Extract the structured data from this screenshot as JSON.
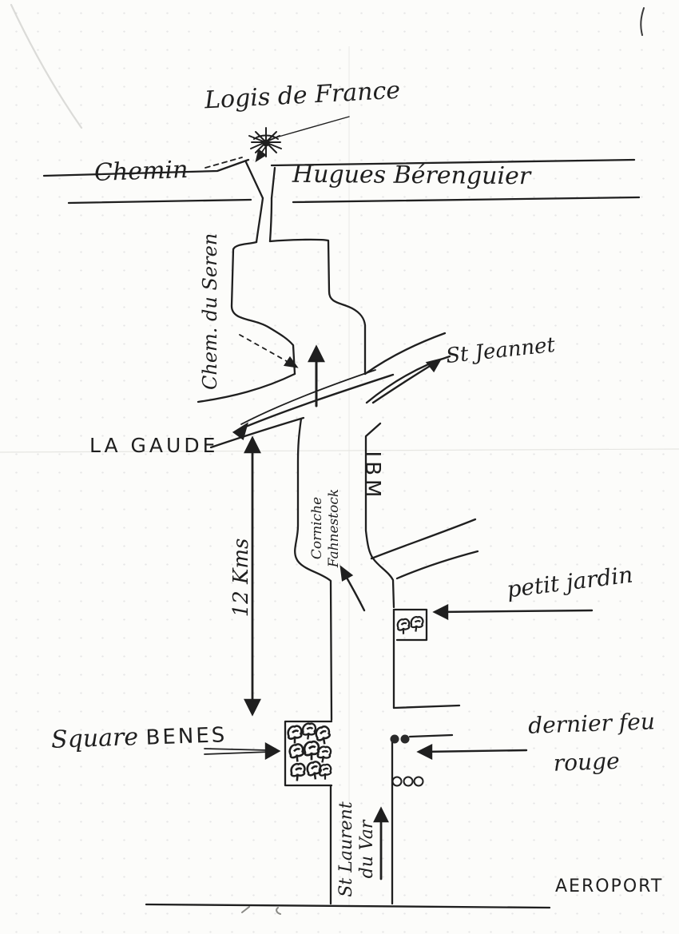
{
  "colors": {
    "paper": "#fcfcfa",
    "ink": "#1f1f1f",
    "fold_line": "#e2e2de"
  },
  "labels": {
    "logis": "Logis de France",
    "chemin": "Chemin",
    "hugues": "Hugues Bérenguier",
    "seren": "Chem. du Seren",
    "st_jeannet": "St Jeannet",
    "la_gaude": "LA GAUDE",
    "ibm": "IBM",
    "corniche_1": "Corniche",
    "corniche_2": "Fahnestock",
    "kms": "12 Kms",
    "petit_jardin": "petit jardin",
    "square_word": "Square",
    "benes_word": "BENES",
    "dernier_1": "dernier feu",
    "dernier_2": "rouge",
    "st_laurent_1": "St Laurent",
    "st_laurent_2": "du Var",
    "aeroport": "AEROPORT"
  }
}
